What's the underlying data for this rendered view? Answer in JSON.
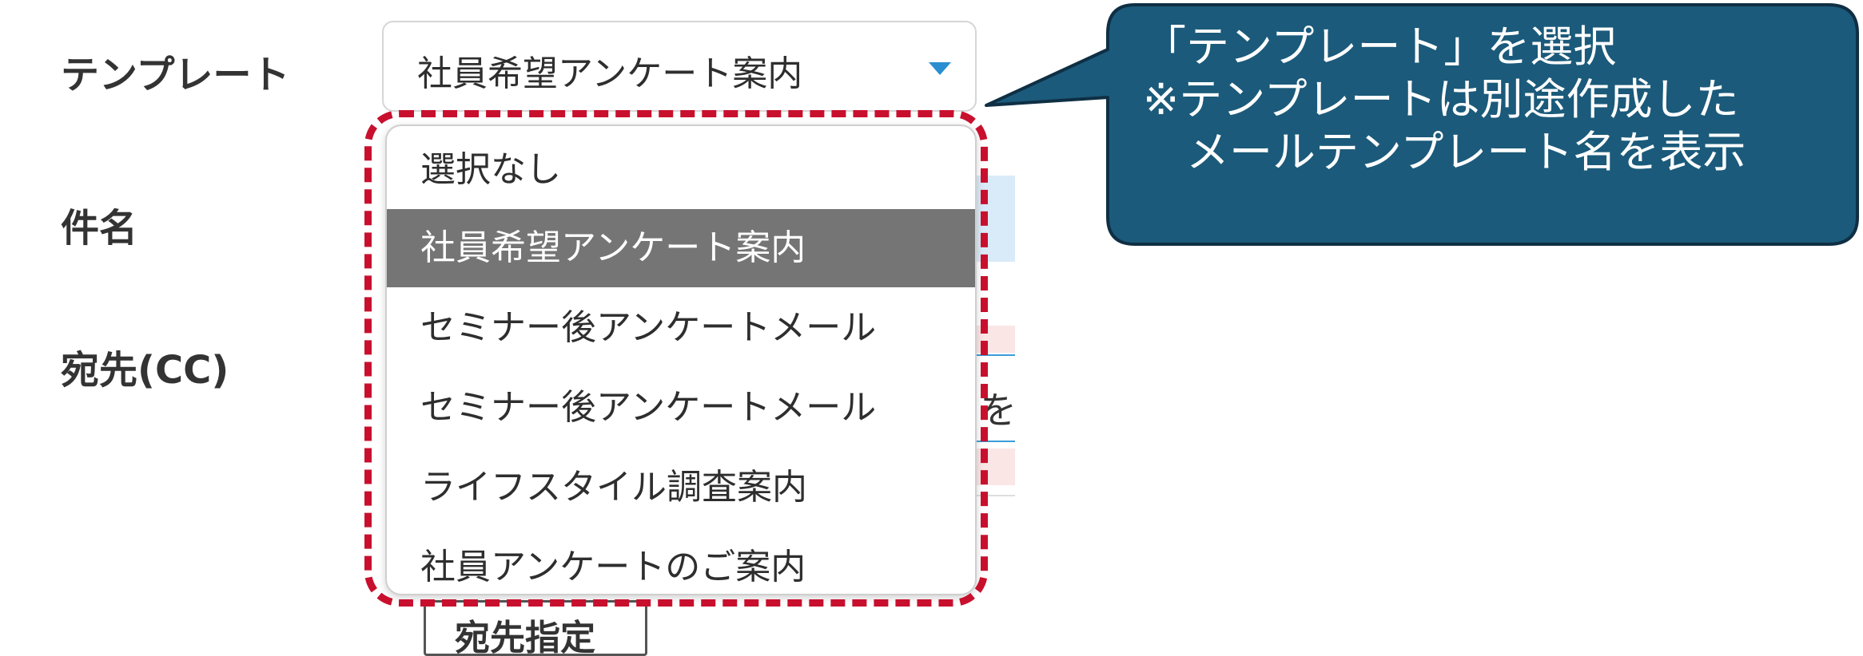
{
  "form": {
    "template_label": "テンプレート",
    "subject_label": "件名",
    "cc_label": "宛先(CC)",
    "template_select": {
      "value": "社員希望アンケート案内",
      "arrow_icon": "caret-down-icon",
      "arrow_color": "#2a8fd0"
    },
    "background": {
      "cc_field_partial_text": "を",
      "button_partial_text": "宛先指定"
    }
  },
  "dropdown": {
    "options": [
      {
        "label": "選択なし",
        "selected": false
      },
      {
        "label": "社員希望アンケート案内",
        "selected": true
      },
      {
        "label": "セミナー後アンケートメール",
        "selected": false
      },
      {
        "label": "セミナー後アンケートメール",
        "selected": false
      },
      {
        "label": "ライフスタイル調査案内",
        "selected": false
      },
      {
        "label": "社員アンケートのご案内",
        "selected": false
      }
    ],
    "selected_bg": "#757575"
  },
  "annotation": {
    "highlight_color": "#c8102e",
    "callout_color": "#1b5a7a",
    "callout_lines": [
      "「テンプレート」を選択",
      "※テンプレートは別途作成した",
      "　メールテンプレート名を表示"
    ]
  }
}
